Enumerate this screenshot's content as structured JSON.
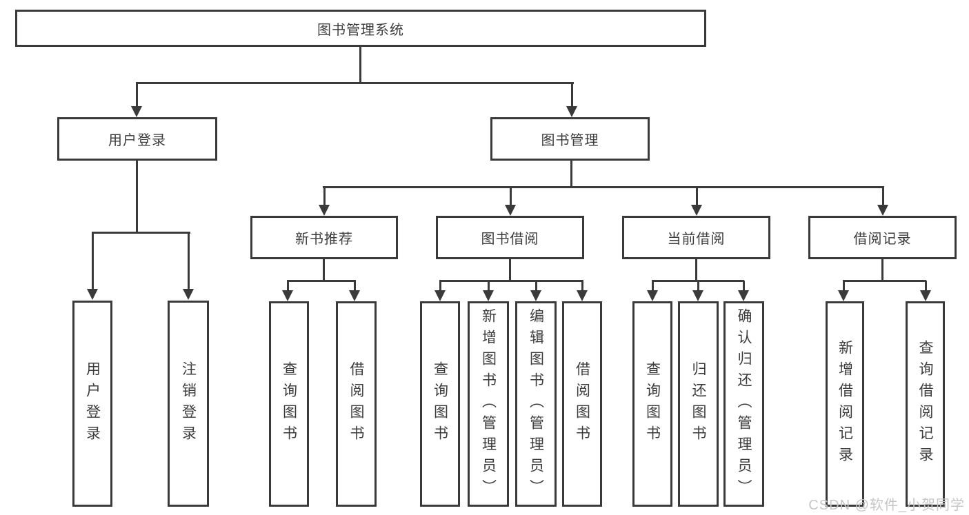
{
  "diagram": {
    "title": "图书管理系统",
    "root": {
      "label": "图书管理系统"
    },
    "branches": [
      {
        "label": "用户登录",
        "children": [
          {
            "label": "用户登录"
          },
          {
            "label": "注销登录"
          }
        ]
      },
      {
        "label": "图书管理",
        "groups": [
          {
            "label": "新书推荐",
            "children": [
              {
                "label": "查询图书"
              },
              {
                "label": "借阅图书"
              }
            ]
          },
          {
            "label": "图书借阅",
            "children": [
              {
                "label": "查询图书"
              },
              {
                "label": "新增图书（管理员）"
              },
              {
                "label": "编辑图书（管理员）"
              },
              {
                "label": "借阅图书"
              }
            ]
          },
          {
            "label": "当前借阅",
            "children": [
              {
                "label": "查询图书"
              },
              {
                "label": "归还图书"
              },
              {
                "label": "确认归还（管理员）"
              }
            ]
          },
          {
            "label": "借阅记录",
            "children": [
              {
                "label": "新增借阅记录"
              },
              {
                "label": "查询借阅记录"
              }
            ]
          }
        ]
      }
    ]
  },
  "watermark": "CSDN @软件_小贺同学",
  "colors": {
    "line": "#3a3a3a",
    "text": "#3c3c3c",
    "watermark": "#c6c6c6",
    "background": "#ffffff"
  }
}
